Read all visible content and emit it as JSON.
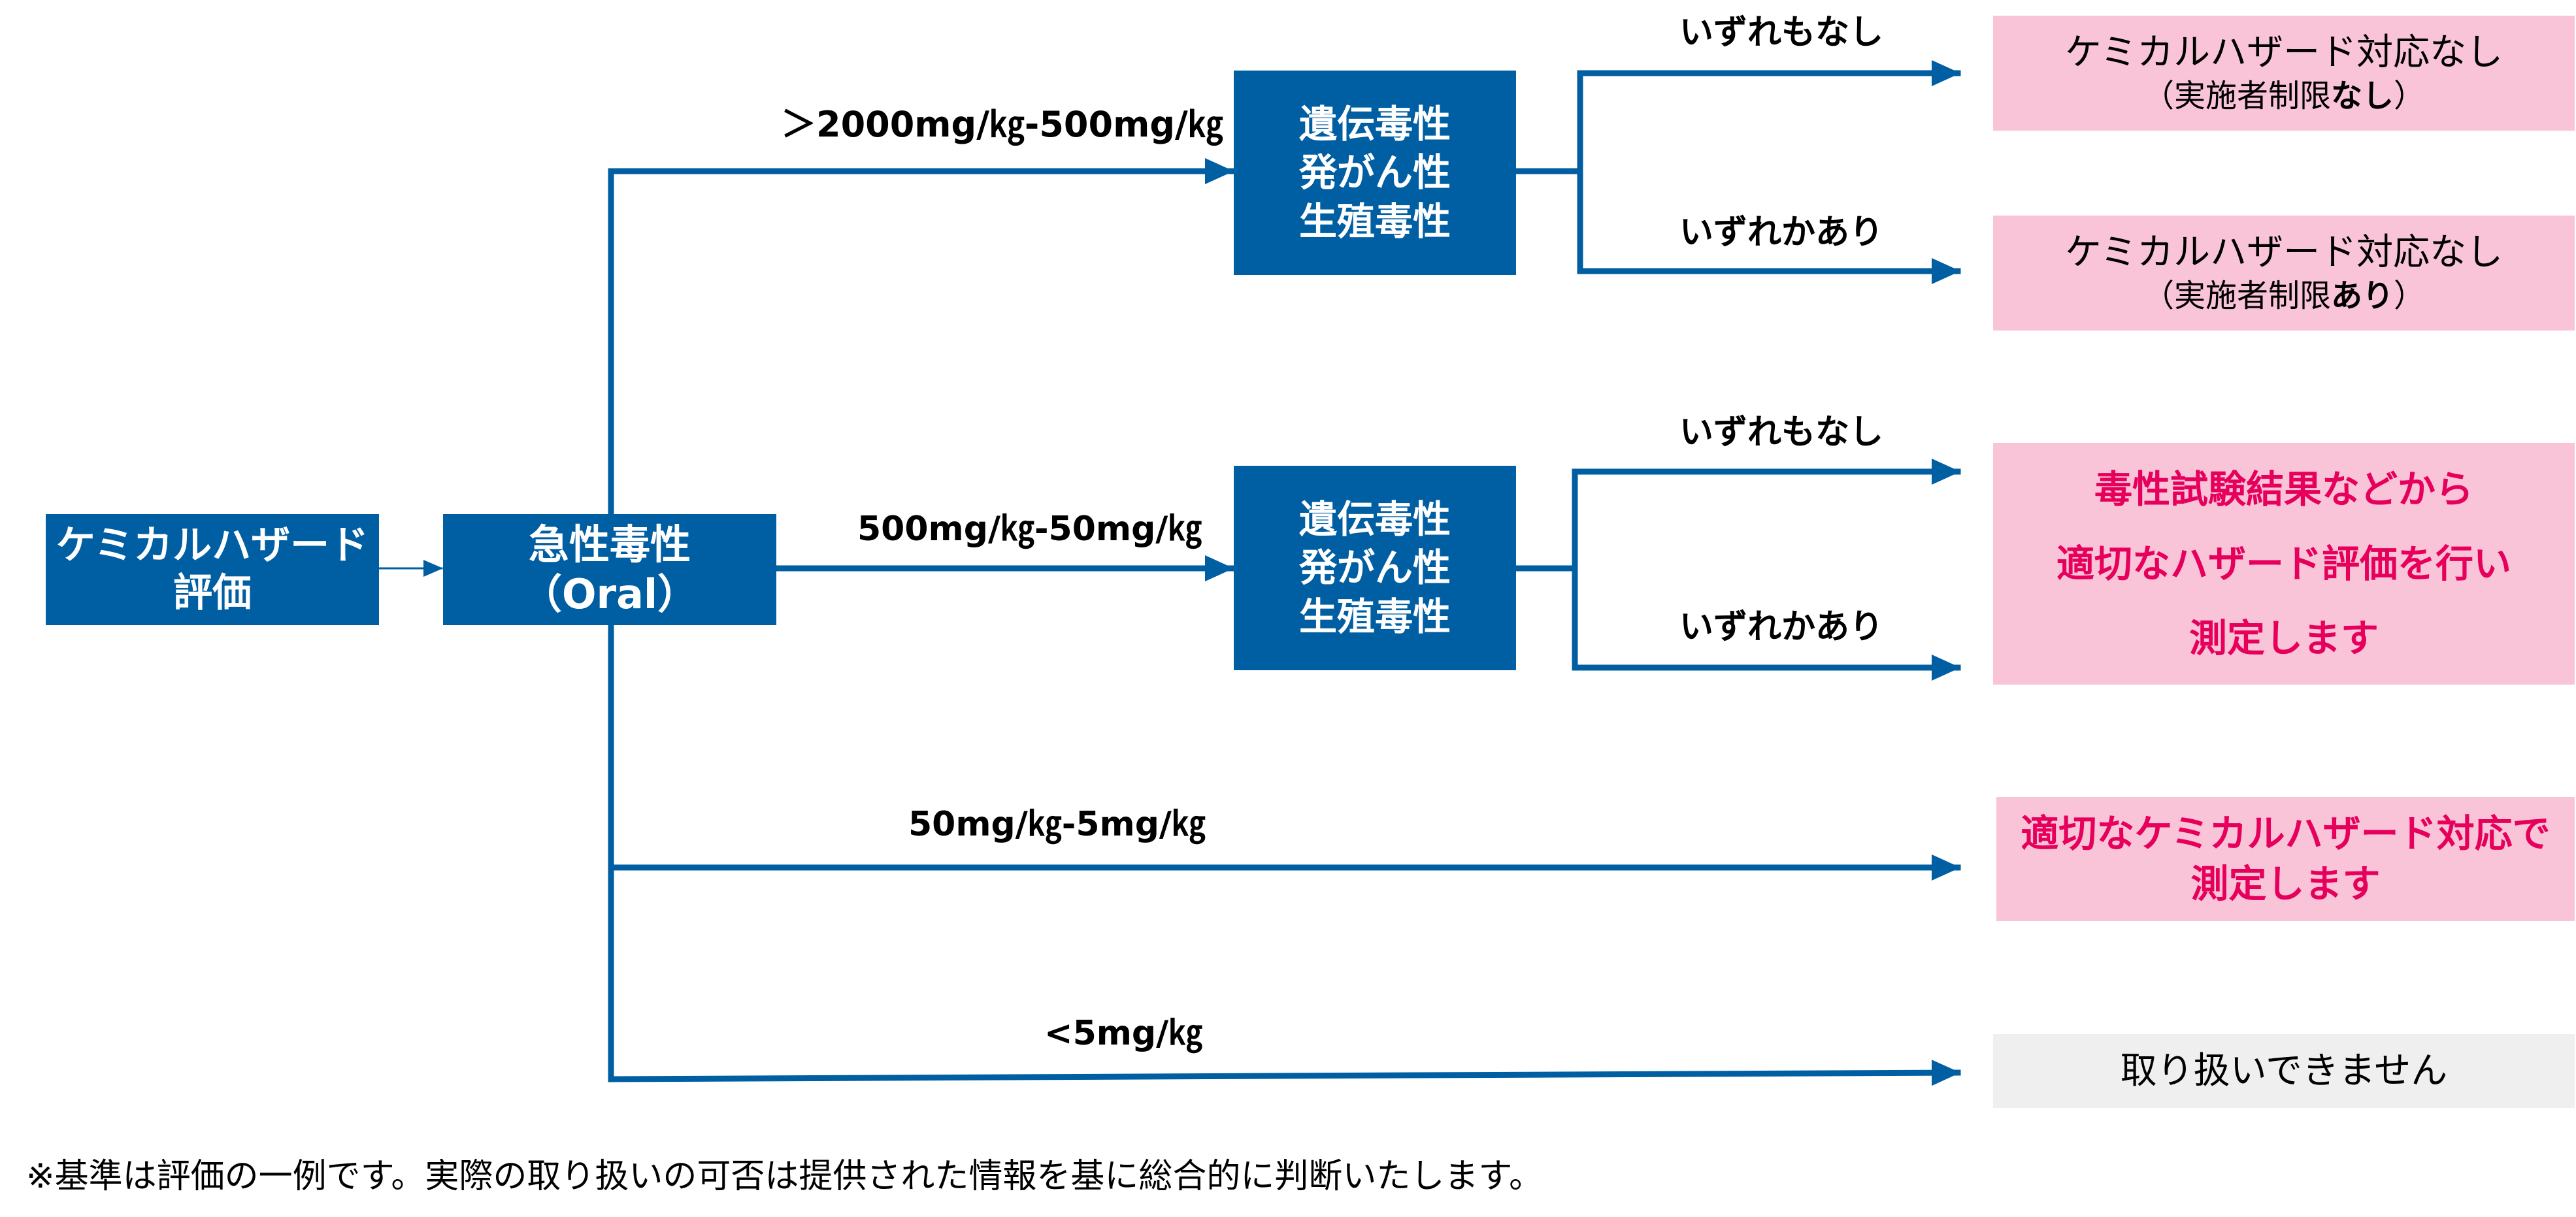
{
  "diagram": {
    "start_node": {
      "lines": [
        "ケミカルハザード",
        "評価"
      ]
    },
    "acute_node": {
      "lines": [
        "急性毒性",
        "（Oral）"
      ]
    },
    "geno_node_upper": {
      "lines": [
        "遺伝毒性",
        "発がん性",
        "生殖毒性"
      ]
    },
    "geno_node_lower": {
      "lines": [
        "遺伝毒性",
        "発がん性",
        "生殖毒性"
      ]
    },
    "conditions": {
      "c1": "＞2000mg/㎏-500mg/㎏",
      "c2": "500mg/㎏-50mg/㎏",
      "c3": "50mg/㎏-5mg/㎏",
      "c4": "<5mg/㎏"
    },
    "outcomes": {
      "none_upper": "いずれもなし",
      "any_upper": "いずれかあり",
      "none_lower": "いずれもなし",
      "any_lower": "いずれかあり"
    },
    "results": {
      "r1": {
        "main": "ケミカルハザード対応なし",
        "sub_prefix": "（実施者制限",
        "sub_bold": "なし",
        "sub_suffix": "）"
      },
      "r2": {
        "main": "ケミカルハザード対応なし",
        "sub_prefix": "（実施者制限",
        "sub_bold": "あり",
        "sub_suffix": "）"
      },
      "r3": {
        "lines": [
          "毒性試験結果などから",
          "適切なハザード評価を行い",
          "測定します"
        ]
      },
      "r4": {
        "lines": [
          "適切なケミカルハザード対応で",
          "測定します"
        ]
      },
      "r5": {
        "text": "取り扱いできません"
      }
    },
    "colors": {
      "node_fill": "#005EA2",
      "connector": "#005EA2",
      "result_pink": "#FAC4D8",
      "result_grey": "#EFEFEF",
      "emphasis_text": "#E6005C"
    }
  },
  "footnote": "※基準は評価の一例です。実際の取り扱いの可否は提供された情報を基に総合的に判断いたします。"
}
